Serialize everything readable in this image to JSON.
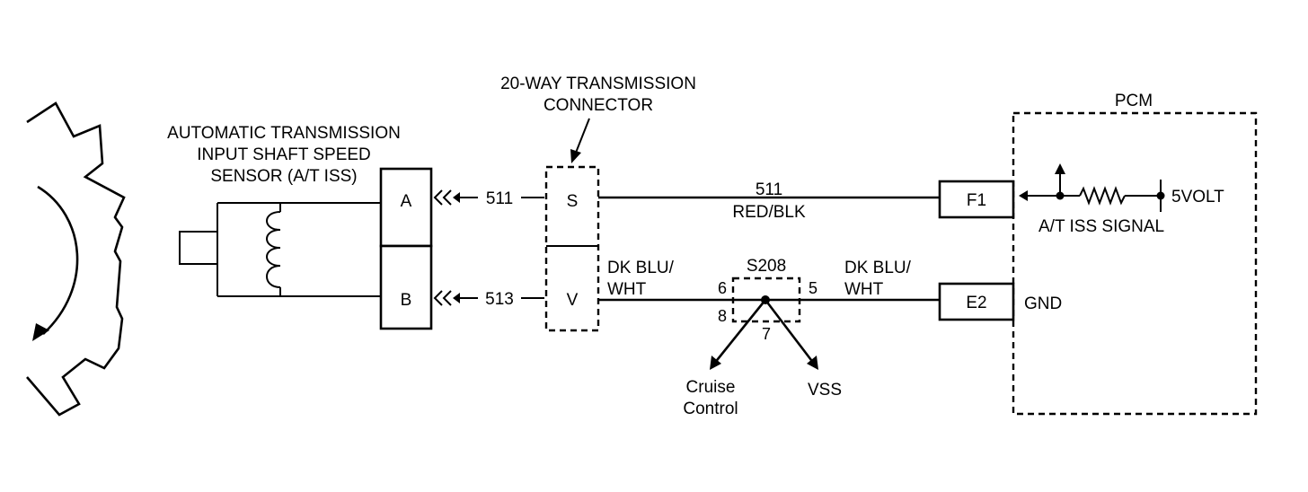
{
  "sensor": {
    "title_lines": [
      "AUTOMATIC TRANSMISSION",
      "INPUT SHAFT SPEED",
      "SENSOR (A/T ISS)"
    ],
    "pin_a": "A",
    "pin_b": "B"
  },
  "connector": {
    "title_lines": [
      "20-WAY TRANSMISSION",
      "CONNECTOR"
    ],
    "pin_s": "S",
    "pin_v": "V"
  },
  "wires": {
    "a_circuit": "511",
    "b_circuit": "513",
    "top_circuit": "511",
    "top_color": "RED/BLK",
    "left_color_lines": [
      "DK BLU/",
      "WHT"
    ],
    "right_color_lines": [
      "DK BLU/",
      "WHT"
    ]
  },
  "splice": {
    "name": "S208",
    "pin_6": "6",
    "pin_5": "5",
    "pin_8": "8",
    "pin_7": "7",
    "cruise_lines": [
      "Cruise",
      "Control"
    ],
    "vss": "VSS"
  },
  "pcm": {
    "title": "PCM",
    "pin_f1": "F1",
    "pin_e2": "E2",
    "supply": "5VOLT",
    "signal": "A/T ISS SIGNAL",
    "ground": "GND"
  }
}
